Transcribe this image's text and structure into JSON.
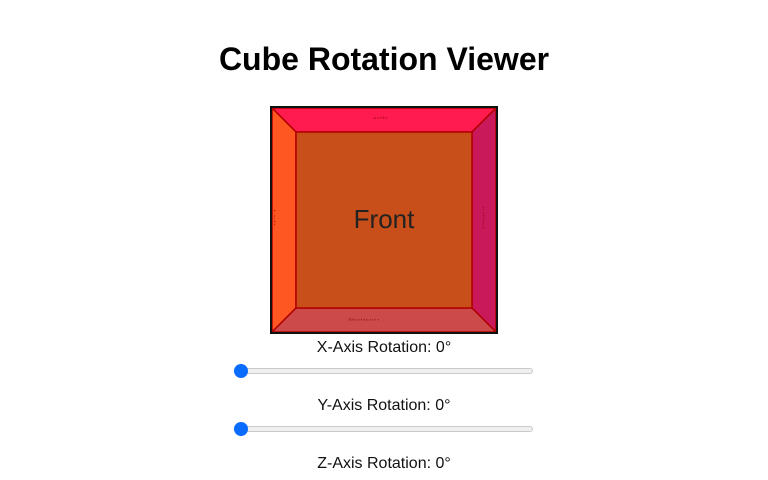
{
  "page": {
    "title": "Cube Rotation Viewer"
  },
  "cube": {
    "faces": {
      "front": {
        "label": "Front",
        "color": "#c94f1a"
      },
      "top": {
        "label": "Top",
        "color": "#ff1a4f"
      },
      "bottom": {
        "label": "Bottom",
        "color": "#cc4a4a"
      },
      "left": {
        "label": "Left",
        "color": "#ff5722"
      },
      "right": {
        "label": "Right",
        "color": "#c9195a"
      }
    },
    "border_color": "#111111",
    "edge_color": "#b00000"
  },
  "controls": [
    {
      "label": "X-Axis Rotation: 0°",
      "axis": "x",
      "value": 0,
      "min": 0,
      "max": 360
    },
    {
      "label": "Y-Axis Rotation: 0°",
      "axis": "y",
      "value": 0,
      "min": 0,
      "max": 360
    },
    {
      "label": "Z-Axis Rotation: 0°",
      "axis": "z",
      "value": 0,
      "min": 0,
      "max": 360
    }
  ],
  "theme": {
    "slider_thumb": "#0a6cff",
    "slider_track": "#efefef"
  }
}
